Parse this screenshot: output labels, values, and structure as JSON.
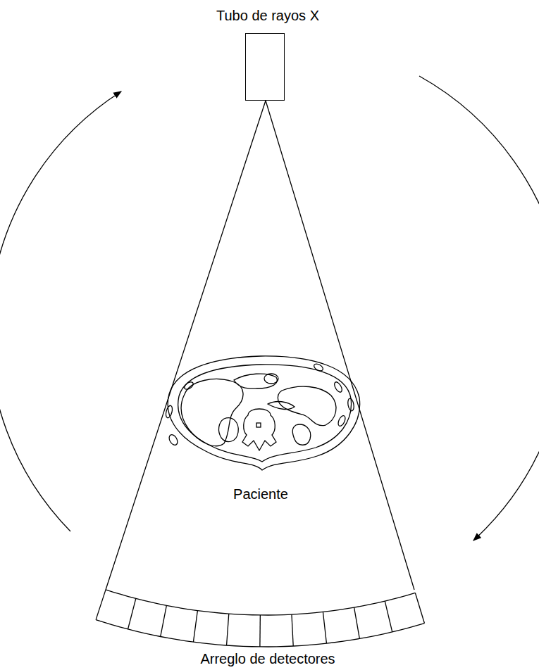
{
  "diagram": {
    "nodes": [
      {
        "text": [
          "Tubo de rayos X"
        ]
      },
      {
        "text": [
          "Arreglo de detectores"
        ]
      }
    ],
    "labels": [
      "Paciente"
    ]
  }
}
